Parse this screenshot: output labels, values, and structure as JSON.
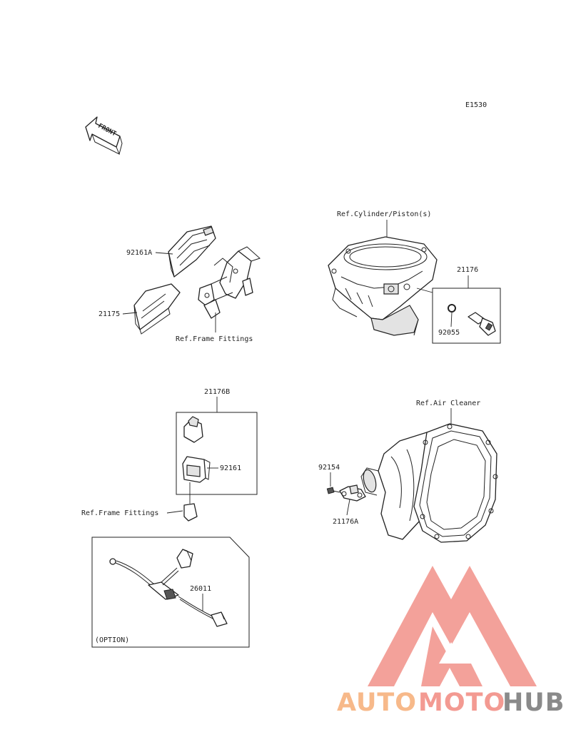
{
  "diagram_code": "E1530",
  "front_badge": "FRONT",
  "labels": {
    "ecu_cover": "92161A",
    "ecu": "21175",
    "ref_frame_fittings_1": "Ref.Frame Fittings",
    "ref_cylinder_piston": "Ref.Cylinder/Piston(s)",
    "temp_sensor_kit": "21176",
    "o_ring": "92055",
    "pressure_sensor_kit": "21176B",
    "sensor_cover": "92161",
    "ref_frame_fittings_2": "Ref.Frame Fittings",
    "harness": "26011",
    "option": "(OPTION)",
    "ref_air_cleaner": "Ref.Air Cleaner",
    "bolt": "92154",
    "air_temp_sensor": "21176A"
  },
  "watermark": {
    "auto": "AUTO",
    "moto": "MOTO",
    "hub": "HUB",
    "colors": {
      "logo": "#f39a92",
      "auto": "#f7b98a",
      "moto": "#f39a92",
      "hub": "#8a8a8a"
    }
  }
}
